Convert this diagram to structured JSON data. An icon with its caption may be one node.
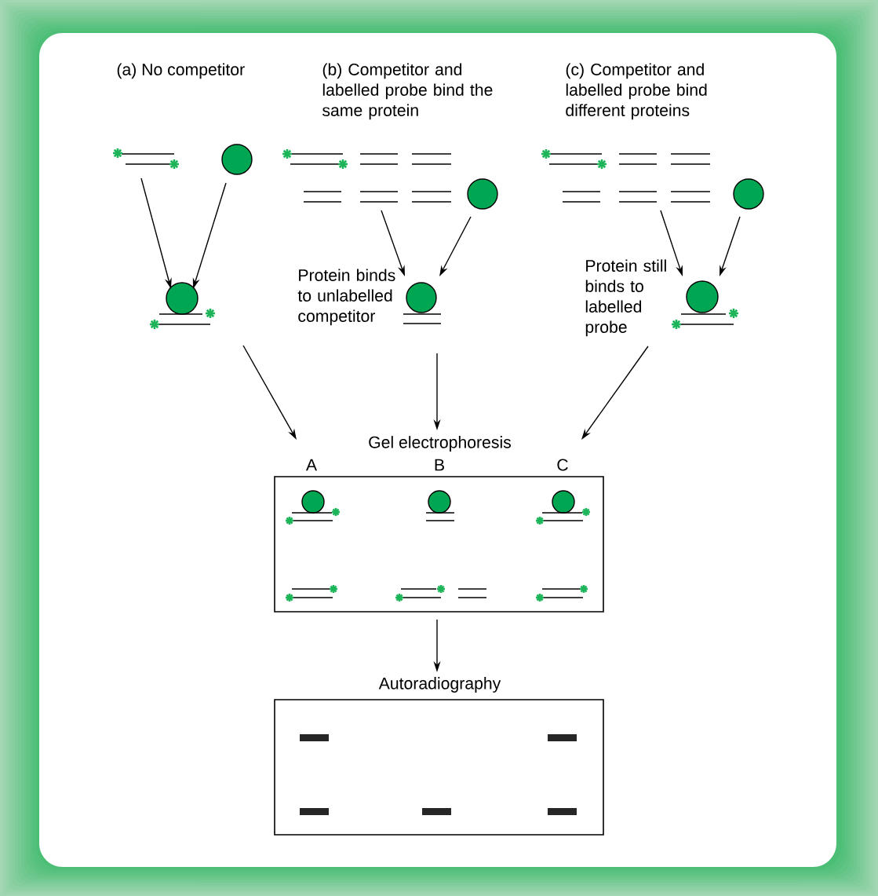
{
  "diagram": {
    "nodes": [
      {
        "text": [],
        "shape": "bar"
      },
      {
        "text": [],
        "shape": "circle"
      },
      {
        "text": [],
        "shape": "bar"
      },
      {
        "text": [],
        "shape": "circle"
      },
      {
        "text": [],
        "shape": "bar"
      },
      {
        "text": [],
        "shape": "circle"
      },
      {
        "text": [],
        "shape": "circle"
      },
      {
        "text": [],
        "shape": "circle",
        "beside": [
          "Protein binds to unlabelled competitor"
        ]
      },
      {
        "text": [],
        "shape": "circle",
        "beside": [
          "Protein still binds to labelled probe"
        ]
      },
      {
        "text": [
          "Gel electrophoresis"
        ],
        "beside": [
          "A",
          "B",
          "C"
        ]
      },
      {
        "text": [
          "Autoradiography"
        ]
      }
    ],
    "edges": [
      {
        "from": 0,
        "to": 6,
        "arrow": "to"
      },
      {
        "from": 1,
        "to": 6,
        "arrow": "to"
      },
      {
        "from": 2,
        "to": 7,
        "arrow": "to"
      },
      {
        "from": 3,
        "to": 7,
        "arrow": "to"
      },
      {
        "from": 4,
        "to": 8,
        "arrow": "to"
      },
      {
        "from": 5,
        "to": 8,
        "arrow": "to"
      },
      {
        "from": 6,
        "to": 9,
        "arrow": "to"
      },
      {
        "from": 7,
        "to": 9,
        "arrow": "to"
      },
      {
        "from": 8,
        "to": 9,
        "arrow": "to"
      },
      {
        "from": 9,
        "to": 10,
        "arrow": "to"
      }
    ],
    "labels": [
      "(a) No competitor",
      "(b) Competitor and labelled probe bind the same protein",
      "(c) Competitor and labelled probe bind different proteins"
    ]
  }
}
